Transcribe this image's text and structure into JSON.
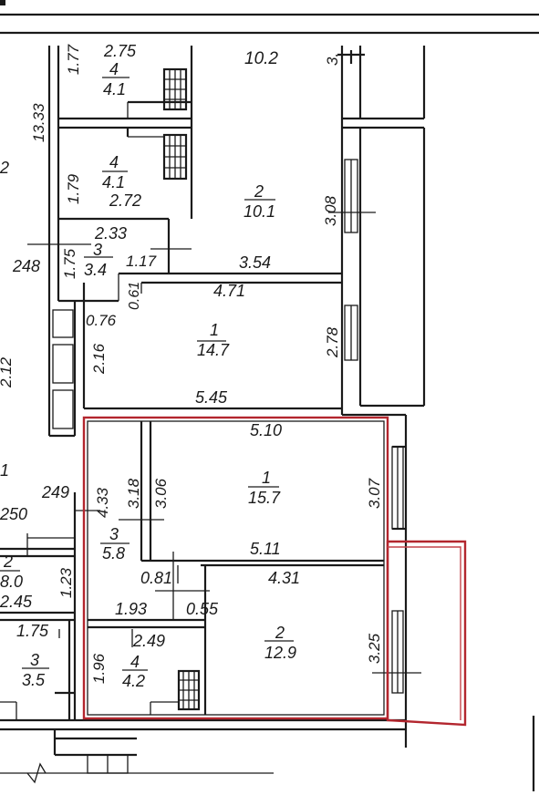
{
  "colors": {
    "wall": "#1a1a1a",
    "highlight": "#b3262e",
    "background": "#ffffff"
  },
  "labels": {
    "edge_top_left": "2.75",
    "a4_label": "4",
    "a4_area": "4.1",
    "a1_77": "1.77",
    "b102": "10.2",
    "t3": "3.",
    "h1333": "13.33",
    "edge_2": "2",
    "b4_label": "4",
    "b4_area": "4.1",
    "h179": "1.79",
    "w272": "2.72",
    "r2top_label": "2",
    "r2top_area": "10.1",
    "h308": "3.08",
    "w233": "2.33",
    "d248": "248",
    "h175": "1.75",
    "r3top_label": "3",
    "r3top_area": "3.4",
    "w117": "1.17",
    "w354": "3.54",
    "h061": "0.61",
    "w471": "4.71",
    "w076": "0.76",
    "r1top_label": "1",
    "r1top_area": "14.7",
    "h216": "2.16",
    "h278": "2.78",
    "edge_212": "2.12",
    "w545": "5.45",
    "w510": "5.10",
    "edge_1": "1",
    "d249": "249",
    "h433": "4.33",
    "h318": "3.18",
    "h306": "3.06",
    "r1mid_label": "1",
    "r1mid_area": "15.7",
    "h307": "3.07",
    "d250": "250",
    "r3mid_label": "3",
    "r3mid_area": "5.8",
    "w511": "5.11",
    "left2_label": "2",
    "left2_area": "8.0",
    "h123": "1.23",
    "w081": "0.81",
    "w431": "4.31",
    "w245": "2.45",
    "w193": "1.93",
    "w055": "0.55",
    "w175": "1.75",
    "w249": "2.49",
    "r2bot_label": "2",
    "r2bot_area": "12.9",
    "h325": "3.25",
    "left3_label": "3",
    "left3_area": "3.5",
    "h196": "1.96",
    "r4bot_label": "4",
    "r4bot_area": "4.2"
  }
}
